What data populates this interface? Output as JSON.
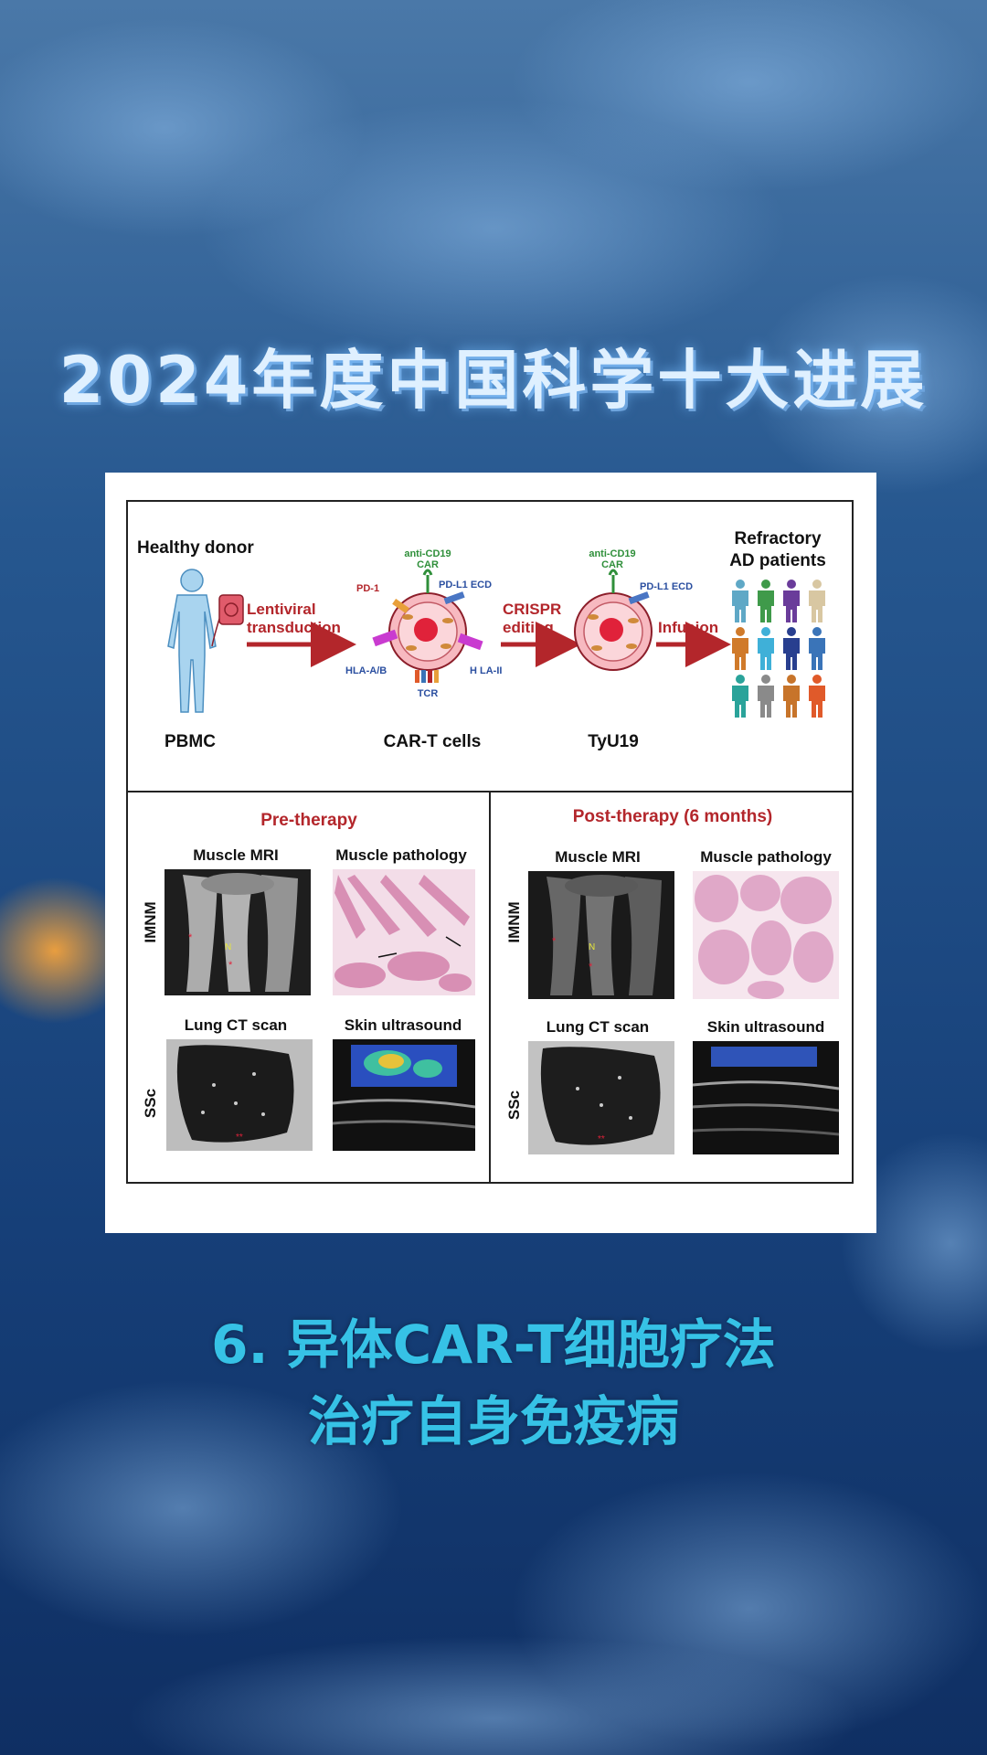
{
  "headline": "2024年度中国科学十大进展",
  "diagram": {
    "top": {
      "healthy_donor": "Healthy donor",
      "pbmc": "PBMC",
      "lentiviral_1": "Lentiviral",
      "lentiviral_2": "transduction",
      "anti_cd19": "anti-CD19",
      "car": "CAR",
      "pd1": "PD-1",
      "pdl1_ecd": "PD-L1 ECD",
      "hla_ab": "HLA-A/B",
      "hla_ii": "H LA-II",
      "tcr": "TCR",
      "cart_cells": "CAR-T cells",
      "crispr_1": "CRISPR",
      "crispr_2": "editing",
      "anti_cd19_2": "anti-CD19",
      "car_2": "CAR",
      "pdl1_ecd_2": "PD-L1 ECD",
      "tyu19": "TyU19",
      "infusion": "Infusion",
      "refractory_1": "Refractory",
      "refractory_2": "AD patients"
    },
    "pre": {
      "title": "Pre-therapy",
      "mri": "Muscle MRI",
      "pathology": "Muscle pathology",
      "imnm": "IMNM",
      "lung": "Lung CT scan",
      "skin": "Skin ultrasound",
      "ssc": "SSc"
    },
    "post": {
      "title": "Post-therapy (6 months)",
      "mri": "Muscle MRI",
      "pathology": "Muscle pathology",
      "imnm": "IMNM",
      "lung": "Lung CT scan",
      "skin": "Skin ultrasound",
      "ssc": "SSc"
    },
    "patient_colors": [
      "#5fa8c6",
      "#3f9a4a",
      "#6a3c9a",
      "#d8c7a2",
      "#d07a2a",
      "#3fb0d8",
      "#283f8f",
      "#3a74b8",
      "#2aa39a",
      "#8a8a8a",
      "#c7742a",
      "#e05a2a"
    ]
  },
  "caption": {
    "line1": "6. 异体CAR-T细胞疗法",
    "line2": "治疗自身免疫病"
  }
}
